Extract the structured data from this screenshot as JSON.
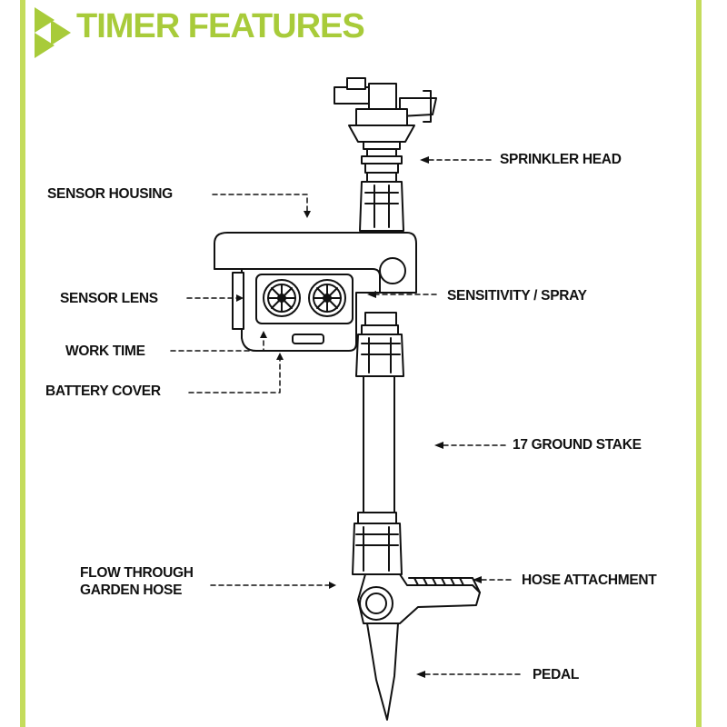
{
  "title": "TIMER FEATURES",
  "colors": {
    "accent": "#a8cb3a",
    "frame": "#c4dc5c",
    "line": "#111111"
  },
  "labels": {
    "sprinkler_head": "SPRINKLER HEAD",
    "sensor_housing": "SENSOR HOUSING",
    "sensor_lens": "SENSOR LENS",
    "sensitivity_spray": "SENSITIVITY / SPRAY",
    "work_time": "WORK TIME",
    "battery_cover": "BATTERY COVER",
    "ground_stake": "17 GROUND STAKE",
    "flow_through_line1": "FLOW THROUGH",
    "flow_through_line2": "GARDEN HOSE",
    "hose_attachment": "HOSE ATTACHMENT",
    "pedal": "PEDAL"
  }
}
